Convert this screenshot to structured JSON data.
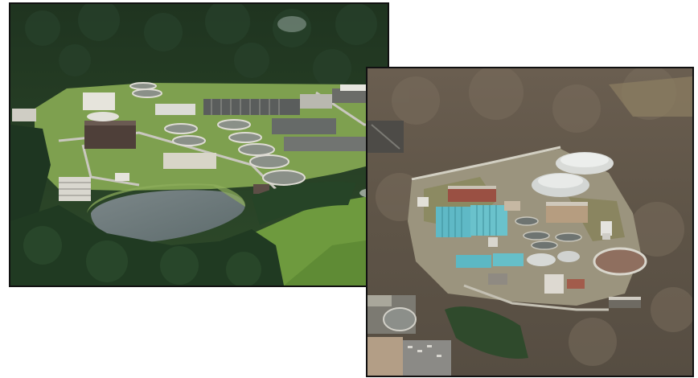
{
  "photos": [
    {
      "id": "left",
      "subject": "aerial-view-treatment-plant-with-pond"
    },
    {
      "id": "right",
      "subject": "aerial-view-treatment-plant-with-domed-tanks"
    }
  ]
}
